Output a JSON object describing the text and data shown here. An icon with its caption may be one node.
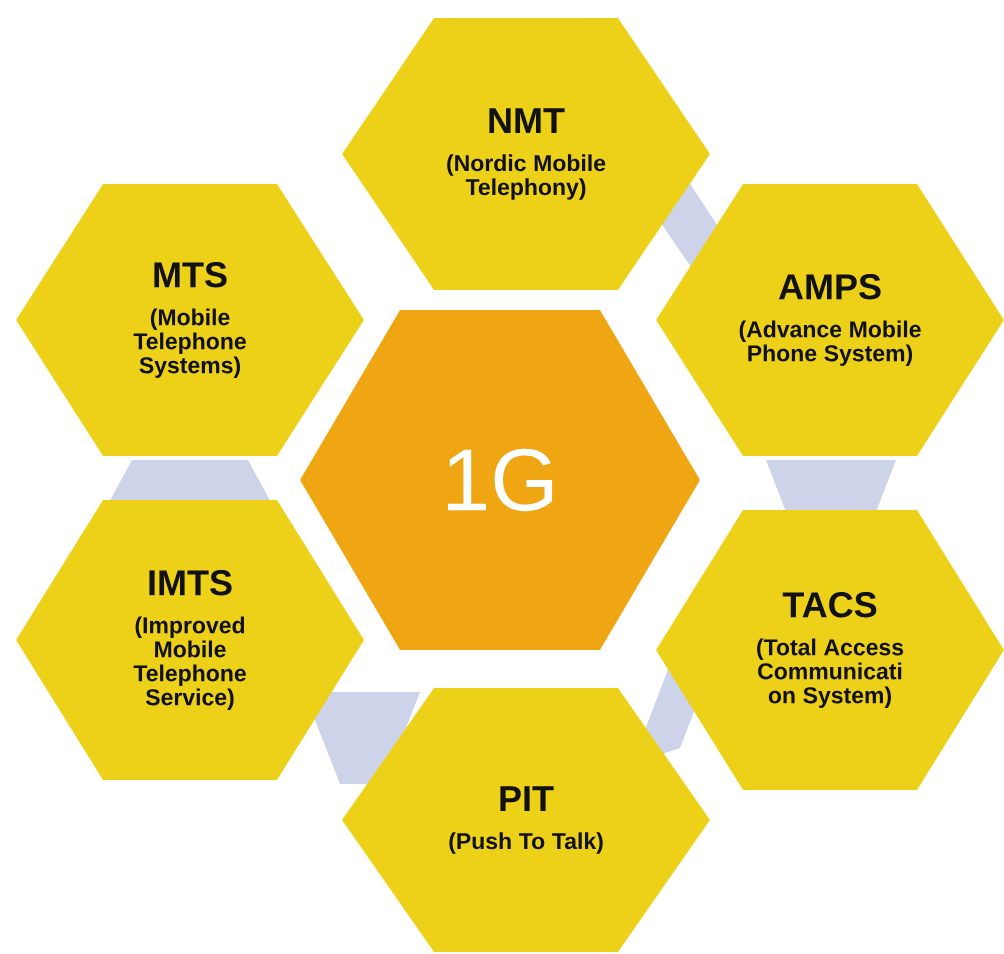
{
  "diagram": {
    "nodes": [
      {
        "text": [
          "NMT",
          "(Nordic Mobile Telephony)"
        ]
      },
      {
        "text": [
          "MTS",
          "(Mobile Telephone Systems)"
        ]
      },
      {
        "text": [
          "AMPS",
          "(Advance Mobile Phone System)"
        ]
      },
      {
        "text": [
          "1G"
        ]
      },
      {
        "text": [
          "IMTS",
          "(Improved Mobile Telephone Service)"
        ]
      },
      {
        "text": [
          "TACS",
          "(Total Access Communicati on System)"
        ]
      },
      {
        "text": [
          "PIT",
          "(Push To Talk)"
        ]
      }
    ]
  }
}
